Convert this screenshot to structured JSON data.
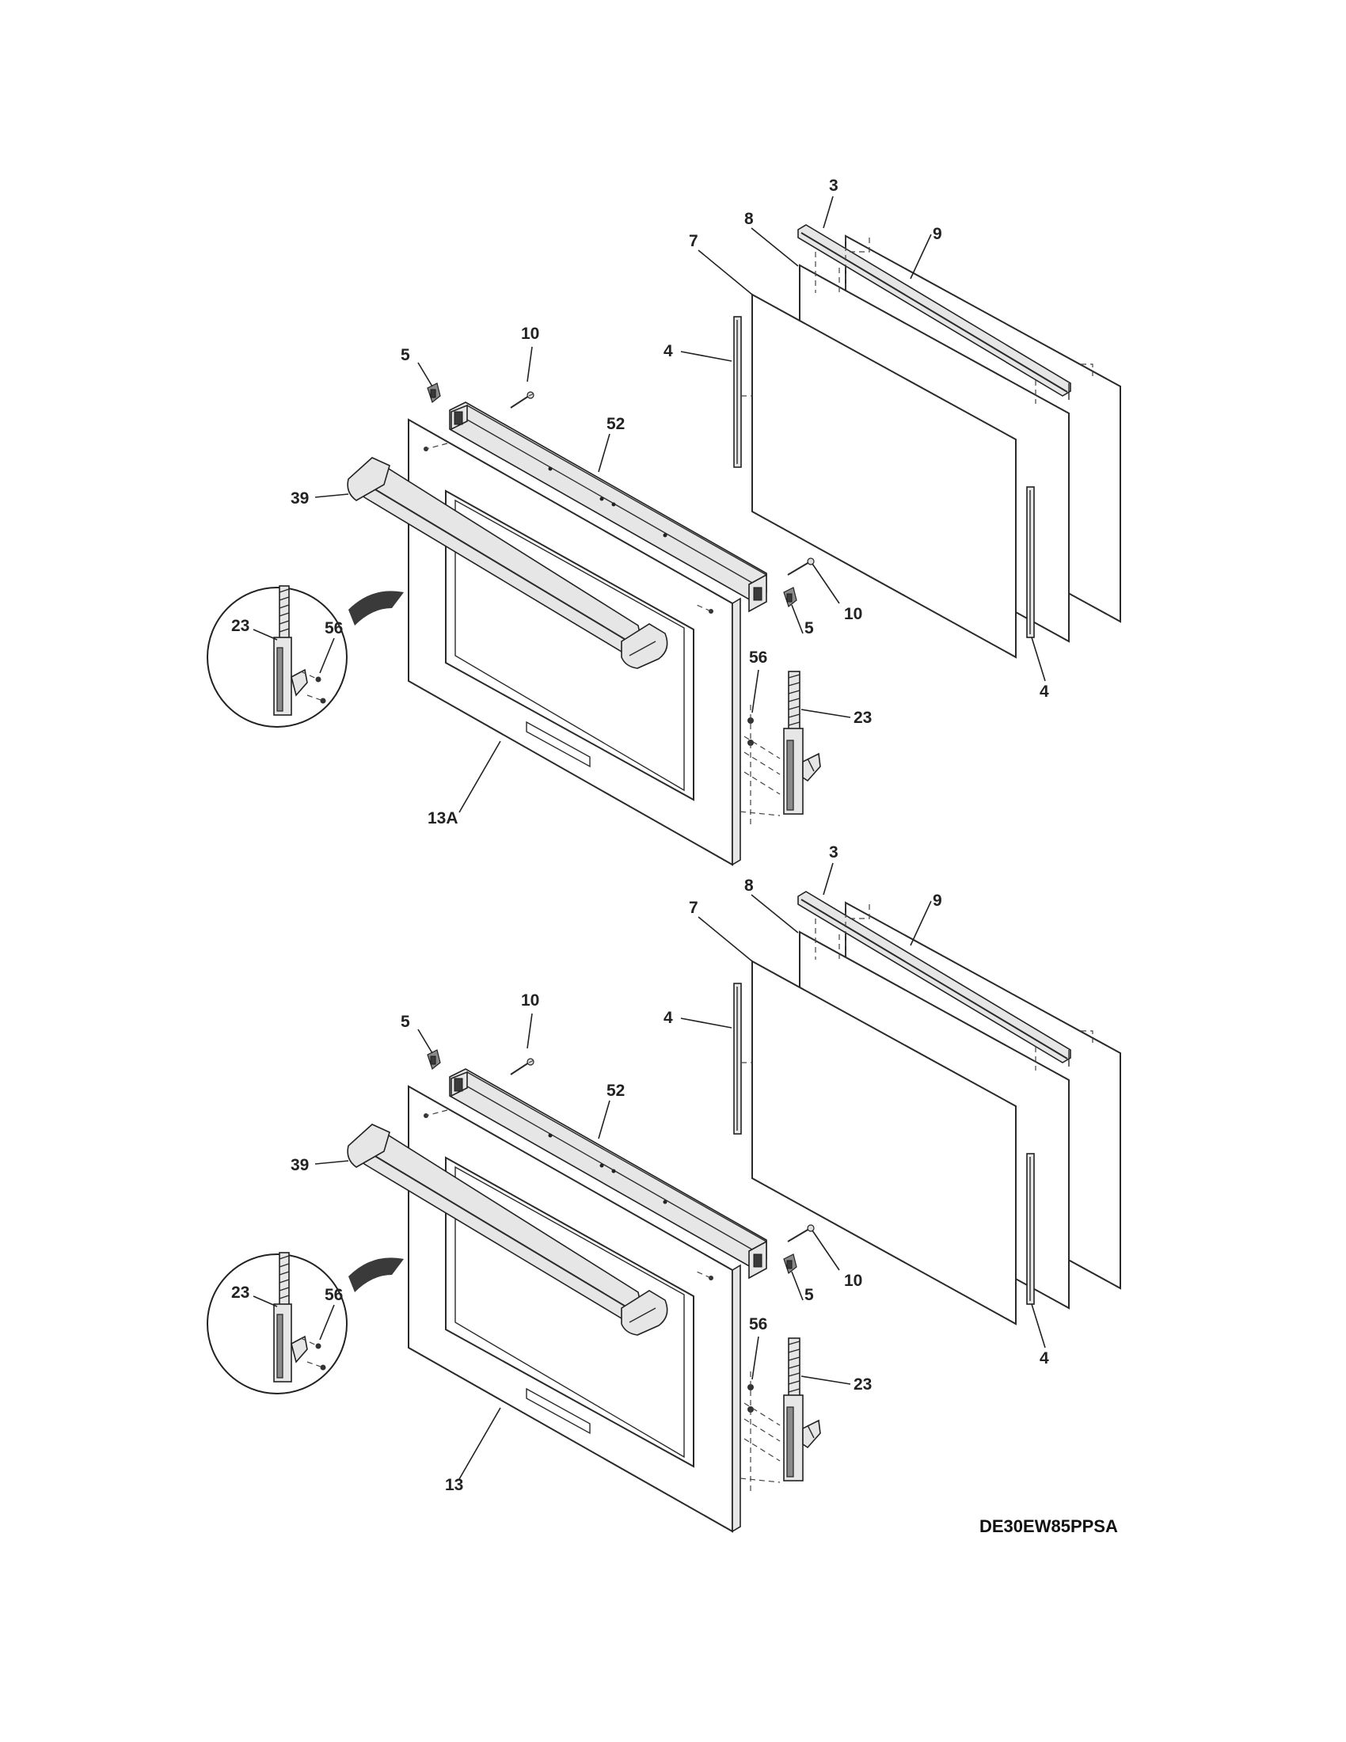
{
  "diagram": {
    "model_number": "DE30EW85PPSA",
    "assemblies": [
      {
        "door_callout": "13A",
        "callouts": {
          "trim_top": "3",
          "panel_8": "8",
          "panel_9": "9",
          "panel_7": "7",
          "channel_left": "4",
          "channel_right": "4",
          "clip_left": "5",
          "clip_right": "5",
          "screw_left": "10",
          "screw_right": "10",
          "frame": "52",
          "handle": "39",
          "hinge_detail": "23",
          "screw_detail": "56",
          "hinge": "23",
          "screw": "56"
        }
      },
      {
        "door_callout": "13",
        "callouts": {
          "trim_top": "3",
          "panel_8": "8",
          "panel_9": "9",
          "panel_7": "7",
          "channel_left": "4",
          "channel_right": "4",
          "clip_left": "5",
          "clip_right": "5",
          "screw_left": "10",
          "screw_right": "10",
          "frame": "52",
          "handle": "39",
          "hinge_detail": "23",
          "screw_detail": "56",
          "hinge": "23",
          "screw": "56"
        }
      }
    ]
  }
}
